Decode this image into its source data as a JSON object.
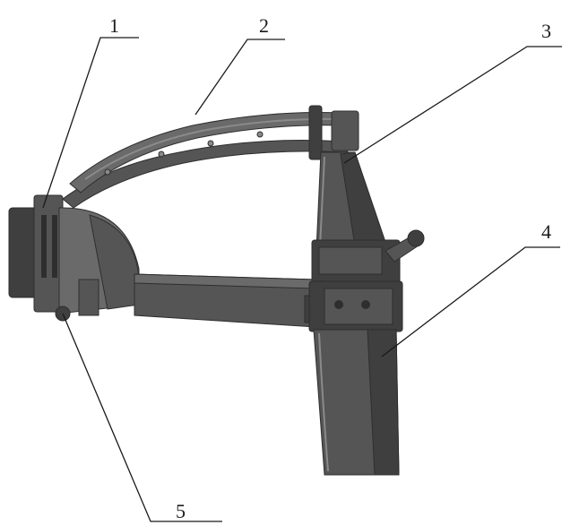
{
  "figure": {
    "callouts": [
      {
        "id": "1",
        "label": "1"
      },
      {
        "id": "2",
        "label": "2"
      },
      {
        "id": "3",
        "label": "3"
      },
      {
        "id": "4",
        "label": "4"
      },
      {
        "id": "5",
        "label": "5"
      }
    ],
    "colors": {
      "metal_dark": "#3f3f3f",
      "metal_mid": "#555555",
      "metal_light": "#6a6a6a",
      "highlight": "#8a8a8a",
      "shadow": "#2e2e2e",
      "line": "#1a1a1a",
      "background": "#ffffff"
    }
  }
}
